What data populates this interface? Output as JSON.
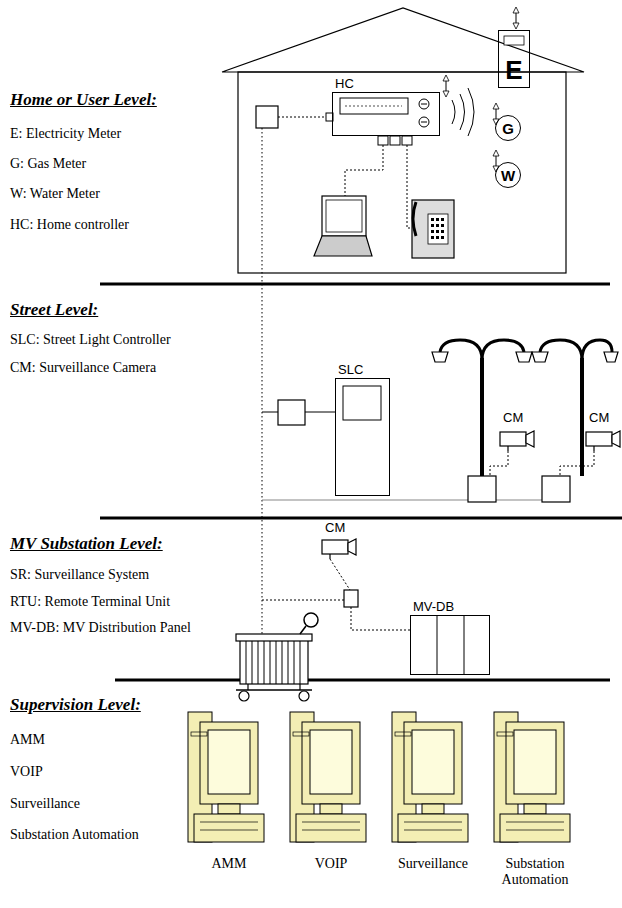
{
  "diagram": {
    "nodes": [
      {
        "text": [
          "HC"
        ]
      },
      {
        "text": [
          "E"
        ]
      },
      {
        "text": [
          "G"
        ]
      },
      {
        "text": [
          "W"
        ]
      },
      {
        "text": [
          "SLC"
        ]
      },
      {
        "text": [
          "MV-DB"
        ]
      }
    ],
    "labels": [
      "Home or User Level:",
      "E: Electricity Meter",
      "G: Gas Meter",
      "W: Water Meter",
      "HC: Home controller",
      "Street Level:",
      "SLC: Street Light Controller",
      "CM: Surveillance Camera",
      "CM",
      "CM",
      "MV Substation Level:",
      "SR: Surveillance System",
      "RTU: Remote Terminal Unit",
      "MV-DB: MV Distribution Panel",
      "CM",
      "Supervision Level:",
      "AMM",
      "VOIP",
      "Surveillance",
      "Substation Automation",
      "AMM",
      "VOIP",
      "Surveillance",
      "Substation Automation"
    ]
  }
}
